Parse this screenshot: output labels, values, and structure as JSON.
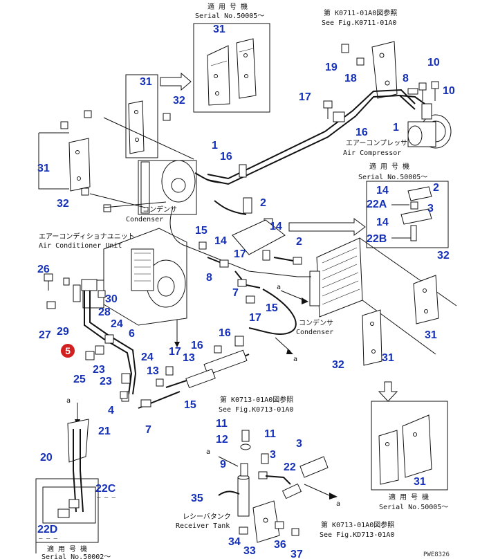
{
  "captions": {
    "serial_top_jp": "適 用 号 機",
    "serial_top": "Serial No.50005～",
    "fig_k0711_jp": "第 K0711-01A0図参照",
    "fig_k0711": "See Fig.K0711-01A0",
    "air_compressor_jp": "エアーコンプレッサ",
    "air_compressor": "Air Compressor",
    "serial_right_jp": "適 用 号 機",
    "serial_right": "Serial No.50005～",
    "condenser_left_jp": "コンデンサ",
    "condenser_left": "Condenser",
    "ac_unit_jp": "エアーコンディショナユニット",
    "ac_unit": "Air Conditioner Unit",
    "condenser_right_jp": "コンデンサ",
    "condenser_right": "Condenser",
    "fig_k0713_mid_jp": "第 K0713-01A0図参照",
    "fig_k0713_mid": "See Fig.K0713-01A0",
    "receiver_tank_jp": "レシーバタンク",
    "receiver_tank": "Receiver Tank",
    "fig_k0713_bot_jp": "第 K0713-01A0図参照",
    "fig_k0713_bot": "See Fig.KD713-01A0",
    "serial_bottom_right_jp": "適 用 号 機",
    "serial_bottom_right": "Serial No.50005～",
    "serial_bottom_left_jp": "適 用 号 機",
    "serial_bottom_left": "Serial No.50002～",
    "drawing_code": "PWE8326",
    "letter_a": "a",
    "letter_b": "a"
  },
  "part_labels": {
    "p31_top": "31",
    "p19": "19",
    "p18": "18",
    "p8_top": "8",
    "p10a": "10",
    "p10b": "10",
    "p31_ul": "31",
    "p32_ul": "32",
    "p17_top": "17",
    "p16_top": "16",
    "p1_top": "1",
    "p1_mid": "1",
    "p16_mid": "16",
    "p31_left": "31",
    "p32_left": "32",
    "p14_r": "14",
    "p2_r": "2",
    "p22A": "22A",
    "p3_r": "3",
    "p14_r2": "14",
    "p22B": "22B",
    "p2_mid": "2",
    "p14_mid": "14",
    "p15_mid": "15",
    "p14_mid2": "14",
    "p17_mid": "17",
    "p2_mid2": "2",
    "p8_mid": "8",
    "p7_mid": "7",
    "p15_mid2": "15",
    "p17_mid2": "17",
    "p32_r": "32",
    "p26": "26",
    "p30": "30",
    "p28": "28",
    "p27": "27",
    "p29": "29",
    "p24a": "24",
    "p6": "6",
    "p16_c": "16",
    "p17_c": "17",
    "p16_c2": "16",
    "p31_r": "31",
    "p5": "5",
    "p23a": "23",
    "p24b": "24",
    "p13": "13",
    "p25": "25",
    "p23b": "23",
    "p13b": "13",
    "p4": "4",
    "p15_c": "15",
    "p32_r2": "32",
    "p31_r2": "31",
    "p7_c": "7",
    "p21": "21",
    "p20": "20",
    "p11a": "11",
    "p12": "12",
    "p11b": "11",
    "p3_b": "3",
    "p9": "9",
    "p3_b2": "3",
    "p22_b": "22",
    "p22C": "22C",
    "p22D": "22D",
    "p35": "35",
    "p34": "34",
    "p33": "33",
    "p36": "36",
    "p37": "37",
    "p31_br": "31"
  }
}
